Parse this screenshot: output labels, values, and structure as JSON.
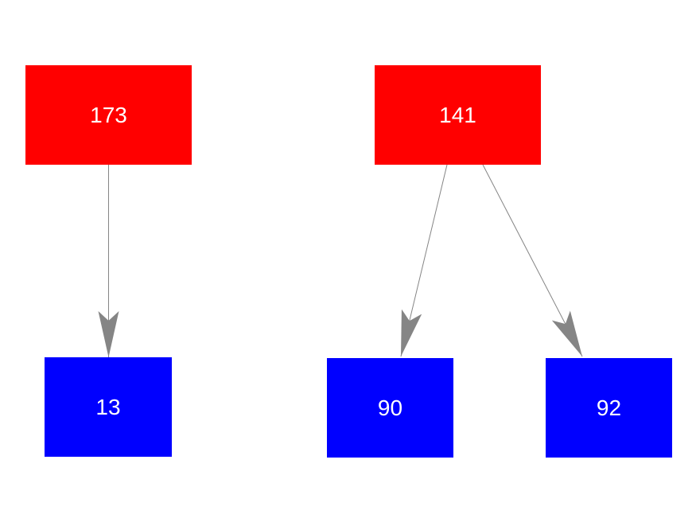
{
  "diagram": {
    "type": "tree",
    "background_color": "#ffffff",
    "colors": {
      "root_node_fill": "#ff0000",
      "leaf_node_fill": "#0000ff",
      "edge_stroke": "#858585",
      "arrowhead_fill": "#858585",
      "label_text": "#ffffff"
    },
    "nodes": [
      {
        "label": "173",
        "role": "root"
      },
      {
        "label": "141",
        "role": "root"
      },
      {
        "label": "13",
        "role": "leaf"
      },
      {
        "label": "90",
        "role": "leaf"
      },
      {
        "label": "92",
        "role": "leaf"
      }
    ],
    "edges": [
      {
        "from": "173",
        "to": "13"
      },
      {
        "from": "141",
        "to": "90"
      },
      {
        "from": "141",
        "to": "92"
      }
    ]
  }
}
